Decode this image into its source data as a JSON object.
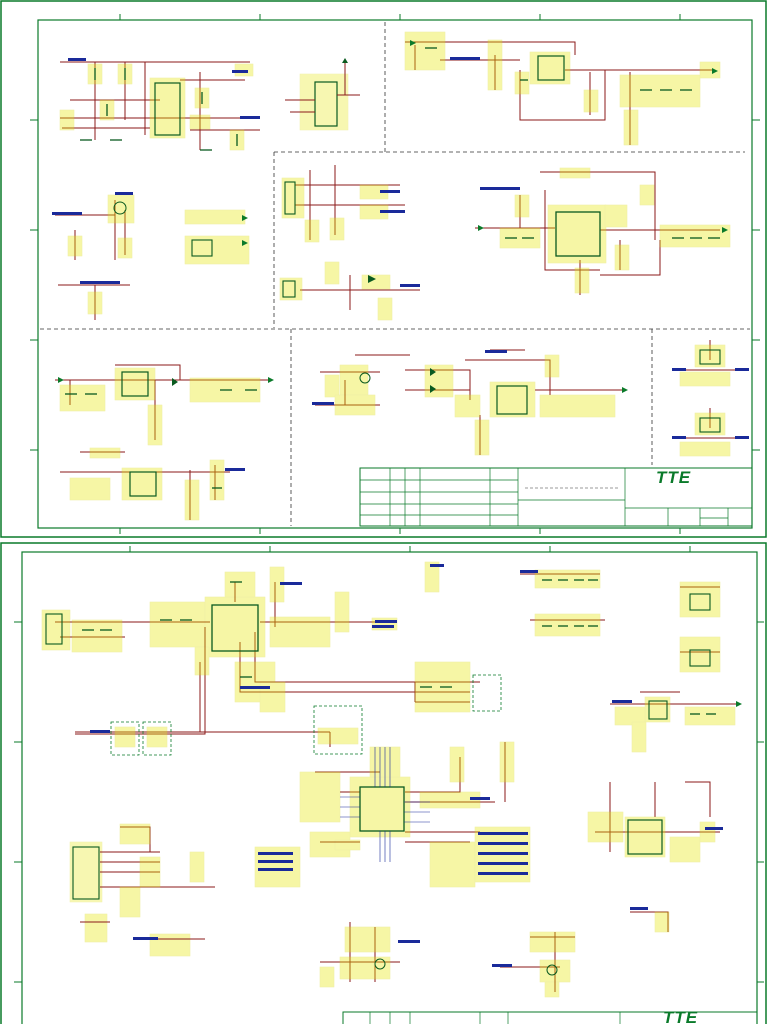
{
  "sheets": [
    {
      "id": "sheet-1",
      "logo": "TTE"
    },
    {
      "id": "sheet-2",
      "logo": "TTE"
    }
  ],
  "colors": {
    "border": "#0a7a2a",
    "wire": "#8b1a1a",
    "component_box": "#e8e800",
    "part_body": "#0a5a20",
    "net_label": "#1a2a9a",
    "dashed_divider": "#333333",
    "logo": "#0a7a2a"
  }
}
